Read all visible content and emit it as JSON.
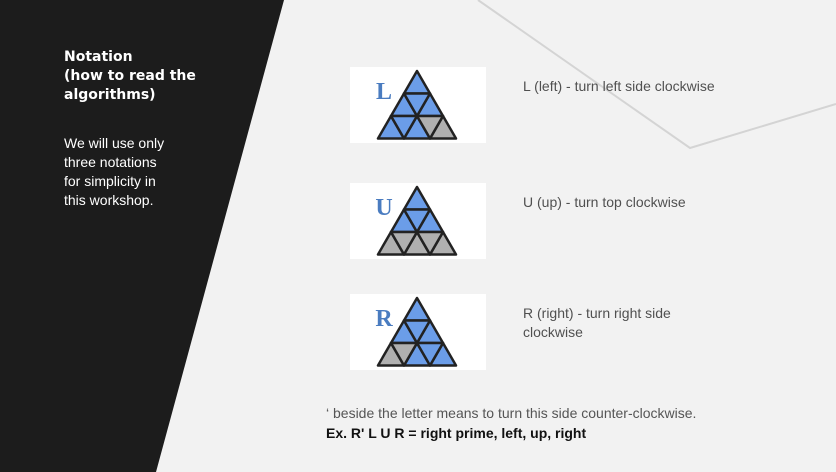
{
  "sidebar": {
    "title": "Notation\n(how to read the\nalgorithms)",
    "description": "We will use only three notations for simplicity in this workshop."
  },
  "moves": [
    {
      "letter": "L",
      "description": "L (left) - turn left side clockwise",
      "highlight": "left"
    },
    {
      "letter": "U",
      "description": "U (up) - turn top clockwise",
      "highlight": "top"
    },
    {
      "letter": "R",
      "description": "R (right) - turn right side clockwise",
      "highlight": "right"
    }
  ],
  "footer": {
    "note": "‘ beside the letter means to turn this side counter-clockwise.",
    "example": "Ex. R' L U R = right prime, left, up, right"
  },
  "colors": {
    "sidebar": "#1c1c1c",
    "background": "#f2f2f2",
    "letter": "#4a7cc0",
    "highlight": "#6b9de8",
    "tile": "#b0b0b0",
    "outline": "#222222"
  }
}
